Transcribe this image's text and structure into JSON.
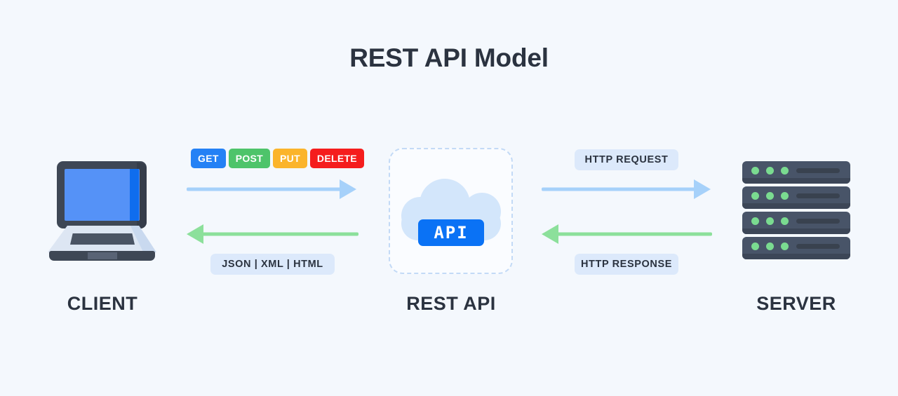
{
  "page": {
    "title": "REST API Model",
    "background_color": "#f4f8fd",
    "text_color": "#2b3340"
  },
  "nodes": {
    "client": {
      "label": "CLIENT",
      "icon": "laptop-icon"
    },
    "rest_api": {
      "label": "REST API",
      "icon": "cloud-icon",
      "badge": "API",
      "badge_color": "#0a72f5"
    },
    "server": {
      "label": "SERVER",
      "icon": "server-rack-icon",
      "rack_count": 4,
      "led_count_per_rack": 3,
      "led_color": "#7adb90"
    }
  },
  "methods": [
    {
      "label": "GET",
      "color": "#2481f5"
    },
    {
      "label": "POST",
      "color": "#4ec46a"
    },
    {
      "label": "PUT",
      "color": "#fbb42b"
    },
    {
      "label": "DELETE",
      "color": "#f51d1d"
    }
  ],
  "pills": {
    "formats": "JSON  |  XML  |  HTML",
    "http_request": "HTTP REQUEST",
    "http_response": "HTTP RESPONSE",
    "pill_bg": "#dce9fb"
  },
  "arrows": {
    "request_left": {
      "direction": "right",
      "color": "#a6d1fa"
    },
    "response_left": {
      "direction": "left",
      "color": "#8ce09b"
    },
    "request_right": {
      "direction": "right",
      "color": "#a6d1fa"
    },
    "response_right": {
      "direction": "left",
      "color": "#8ce09b"
    }
  }
}
